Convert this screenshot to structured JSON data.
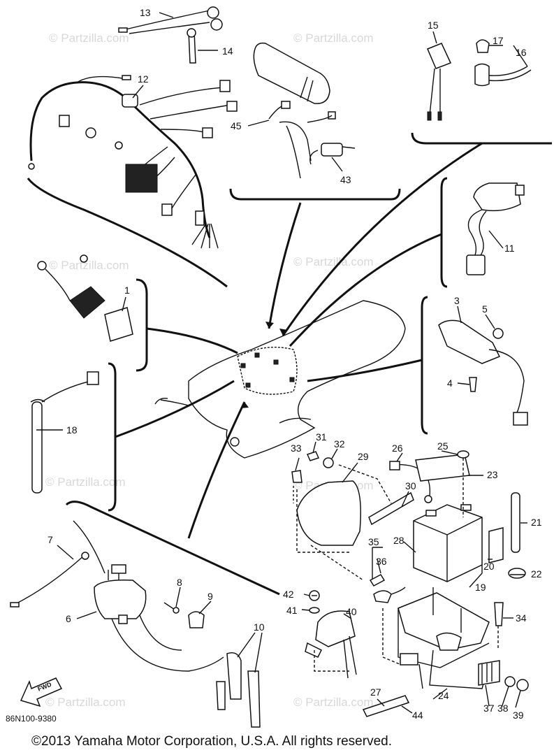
{
  "watermark": "© Partzilla.com",
  "callouts": {
    "n1": "1",
    "n3": "3",
    "n4": "4",
    "n5": "5",
    "n6": "6",
    "n7": "7",
    "n8": "8",
    "n9": "9",
    "n10": "10",
    "n11": "11",
    "n12": "12",
    "n13": "13",
    "n14": "14",
    "n15": "15",
    "n16": "16",
    "n17": "17",
    "n18": "18",
    "n19": "19",
    "n20": "20",
    "n21": "21",
    "n22": "22",
    "n23": "23",
    "n24": "24",
    "n25": "25",
    "n26": "26",
    "n27": "27",
    "n28": "28",
    "n29": "29",
    "n30": "30",
    "n31": "31",
    "n32": "32",
    "n33": "33",
    "n34": "34",
    "n35": "35",
    "n36": "36",
    "n37": "37",
    "n38": "38",
    "n39": "39",
    "n40": "40",
    "n41": "41",
    "n42": "42",
    "n43": "43",
    "n44": "44",
    "n45": "45"
  },
  "forward_label": "FWD",
  "diagram_code": "86N100-9380",
  "copyright": "©2013 Yamaha Motor Corporation, U.S.A. All rights reserved."
}
